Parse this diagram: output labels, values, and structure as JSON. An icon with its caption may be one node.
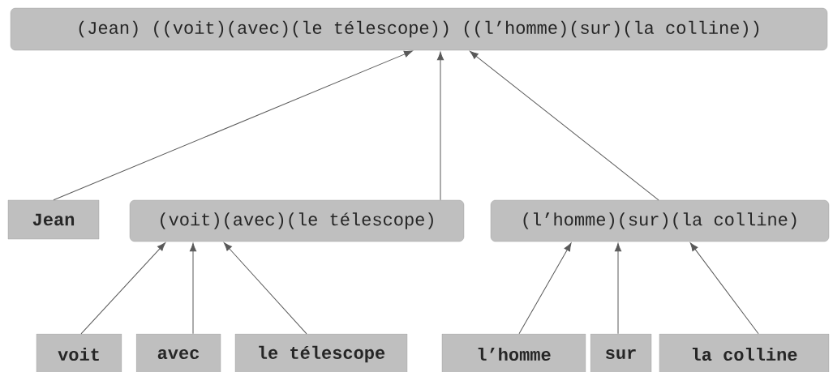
{
  "diagram": {
    "nodes": [
      {
        "text": [
          "(Jean) ((voit)(avec)(le télescope)) ((l’homme)(sur)(la colline))"
        ]
      },
      {
        "text": [
          "Jean"
        ]
      },
      {
        "text": [
          "(voit)(avec)(le télescope)"
        ]
      },
      {
        "text": [
          "(l’homme)(sur)(la colline)"
        ]
      },
      {
        "text": [
          "voit"
        ]
      },
      {
        "text": [
          "avec"
        ]
      },
      {
        "text": [
          "le télescope"
        ]
      },
      {
        "text": [
          "l’homme"
        ]
      },
      {
        "text": [
          "sur"
        ]
      },
      {
        "text": [
          "la colline"
        ]
      }
    ],
    "edges": [
      {
        "from": 1,
        "to": 0,
        "arrow": "to"
      },
      {
        "from": 2,
        "to": 0,
        "arrow": "to"
      },
      {
        "from": 3,
        "to": 0,
        "arrow": "to"
      },
      {
        "from": 4,
        "to": 2,
        "arrow": "to"
      },
      {
        "from": 5,
        "to": 2,
        "arrow": "to"
      },
      {
        "from": 6,
        "to": 2,
        "arrow": "to"
      },
      {
        "from": 7,
        "to": 3,
        "arrow": "to"
      },
      {
        "from": 8,
        "to": 3,
        "arrow": "to"
      },
      {
        "from": 9,
        "to": 3,
        "arrow": "to"
      }
    ]
  }
}
